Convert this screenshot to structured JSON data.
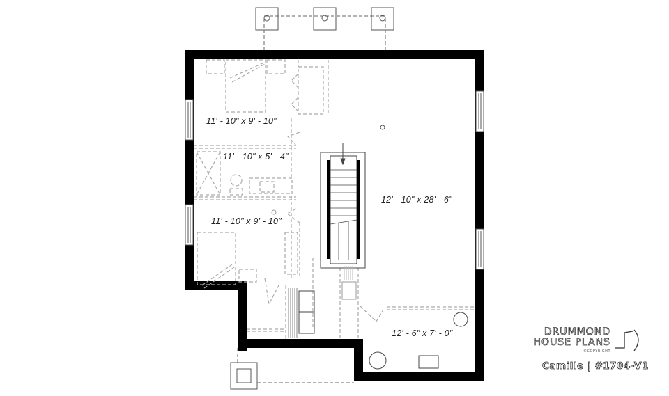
{
  "floor_plan": {
    "type": "basement-floor-plan",
    "rooms": [
      {
        "id": "bedroom-1",
        "dimensions": "11' - 10\" x 9' - 10\""
      },
      {
        "id": "bathroom",
        "dimensions": "11' - 10\" x 5' - 4\""
      },
      {
        "id": "bedroom-2",
        "dimensions": "11' - 10\" x 9' - 10\""
      },
      {
        "id": "family-room",
        "dimensions": "12' - 10\" x 28' - 6\""
      },
      {
        "id": "utility-room",
        "dimensions": "12' - 6\" x 7' - 0\""
      }
    ]
  },
  "branding": {
    "logo_line1": "DRUMMOND",
    "logo_line2": "HOUSE PLANS",
    "copyright": "©COPYRIGHT",
    "plan_name": "Camille | #1704-V1"
  },
  "colors": {
    "wall": "#000000",
    "dashed_fixtures": "#aaaaaa",
    "outline": "#555555"
  }
}
